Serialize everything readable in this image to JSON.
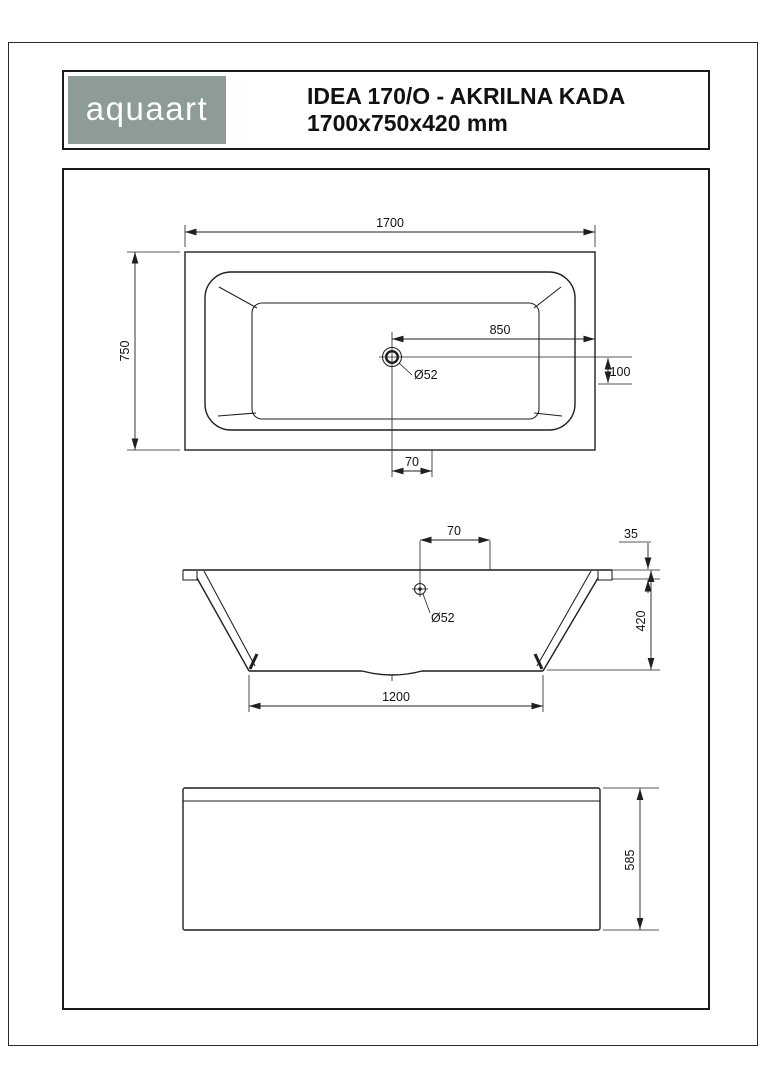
{
  "header": {
    "logo_text": "aquaart",
    "title_line1": "IDEA 170/O - AKRILNA KADA",
    "title_line2": "1700x750x420 mm"
  },
  "colors": {
    "logo_bg": "#8d9c96",
    "line_color": "#1f1f1f"
  },
  "views": {
    "top": {
      "dim_length": "1700",
      "dim_width": "750",
      "dim_drain_length": "850",
      "dim_drain_right": "100",
      "dim_drain_bottom": "70",
      "drain_label": "Ø52"
    },
    "side": {
      "dim_drain_top": "70",
      "dim_rim": "35",
      "dim_depth": "420",
      "drain_label": "Ø52",
      "dim_bottom": "1200"
    },
    "front": {
      "dim_height": "585"
    }
  }
}
